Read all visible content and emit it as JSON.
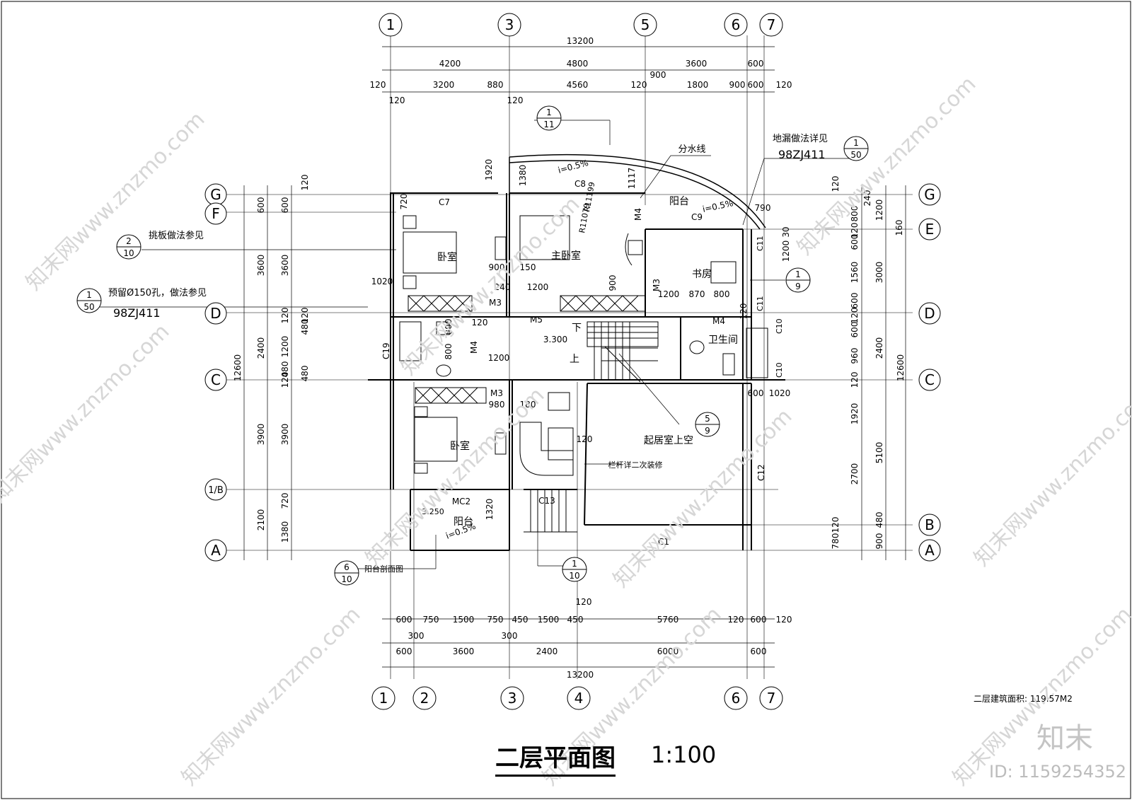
{
  "drawing": {
    "title": "二层平面图",
    "scale": "1:100",
    "area_label": "二层建筑面积:",
    "area_value": "119.57M2"
  },
  "watermark": {
    "site": "知末网www.znzmo.com",
    "logo": "知末",
    "id": "ID: 1159254352"
  },
  "axes": {
    "vertical_top": [
      "1",
      "3",
      "5",
      "6",
      "7"
    ],
    "vertical_bottom": [
      "1",
      "2",
      "3",
      "4",
      "6",
      "7"
    ],
    "horizontal_left": [
      "G",
      "F",
      "D",
      "C",
      "1/B",
      "A"
    ],
    "horizontal_right": [
      "G",
      "E",
      "D",
      "C",
      "B",
      "A"
    ]
  },
  "dims": {
    "top_total": "13200",
    "top_row2": [
      "4200",
      "4800",
      "3600",
      "600"
    ],
    "top_row3": [
      "120",
      "3200",
      "880",
      "4560",
      "120",
      "900",
      "1800",
      "900",
      "600",
      "120"
    ],
    "top_row3_sub": [
      "120",
      "120"
    ],
    "bottom_row1": [
      "600",
      "750",
      "1500",
      "750",
      "450",
      "1500",
      "450",
      "5760",
      "120",
      "600",
      "120"
    ],
    "bottom_row1_sub": [
      "300",
      "300",
      "120"
    ],
    "bottom_row2": [
      "600",
      "3600",
      "2400",
      "6000",
      "600"
    ],
    "bottom_total": "13200",
    "left_total": "12600",
    "left_row1": [
      "600",
      "3600",
      "2400",
      "3900",
      "2100"
    ],
    "left_row2": [
      "600",
      "3600",
      "120",
      "1200",
      "480",
      "120",
      "3900",
      "720",
      "1380"
    ],
    "left_row3": [
      "120",
      "720",
      "480",
      "120",
      "480"
    ],
    "right_total": "12600",
    "right_row1": [
      "1200",
      "3000",
      "2400",
      "5100",
      "480",
      "900"
    ],
    "right_row2": [
      "240",
      "800",
      "120",
      "600",
      "1560",
      "600",
      "120",
      "600",
      "960",
      "120",
      "1920",
      "2700",
      "120",
      "780"
    ],
    "right_extra": [
      "120",
      "160",
      "30",
      "1200",
      "600",
      "1020"
    ],
    "misc": [
      "1920",
      "1380",
      "1117",
      "790",
      "1020",
      "900",
      "150",
      "240",
      "1200",
      "900",
      "1200",
      "870",
      "800",
      "120",
      "800",
      "800",
      "1200",
      "980",
      "180",
      "120",
      "1320",
      "120"
    ]
  },
  "rooms": {
    "master_bedroom": "主卧室",
    "bedroom1": "卧室",
    "bedroom2": "卧室",
    "study": "书房",
    "bathroom": "卫生间",
    "balcony_top": "阳台",
    "balcony_bottom": "阳台",
    "living_void": "起居室上空",
    "railing_note": "栏杆详二次装修",
    "stair_down": "下",
    "stair_up": "上",
    "elev_330": "3.300",
    "elev_325": "3.250"
  },
  "slopes": {
    "s1": "i=0.5%",
    "s2": "i=0.5%",
    "s3": "i=0.5%"
  },
  "labels": {
    "radius1": "R11199",
    "radius2": "R11079",
    "C1": "C1",
    "C7": "C7",
    "C8": "C8",
    "C9": "C9",
    "C10a": "C10",
    "C10b": "C10",
    "C11": "C11",
    "C11b": "C11",
    "C12": "C12",
    "C13": "C13",
    "C19": "C19",
    "M3a": "M3",
    "M3b": "M3",
    "M3c": "M3",
    "M4a": "M4",
    "M4b": "M4",
    "M4c": "M4",
    "M5": "M5",
    "MC2": "MC2"
  },
  "callouts": {
    "divide_line": "分水线",
    "floor_drain": "地漏做法详见",
    "floor_drain_code": "98ZJ411",
    "floor_drain_ref": [
      "1",
      "50"
    ],
    "board_note": "挑板做法参见",
    "board_ref": [
      "2",
      "10"
    ],
    "hole_note": "预留Ø150孔，做法参见",
    "hole_code": "98ZJ411",
    "hole_ref": [
      "1",
      "50"
    ],
    "top_ref": [
      "1",
      "11"
    ],
    "right_ref": [
      "1",
      "9"
    ],
    "void_ref": [
      "5",
      "9"
    ],
    "balcony_section": "阳台剖面图",
    "balcony_ref": [
      "6",
      "10"
    ],
    "bottom_ref": [
      "1",
      "10"
    ]
  }
}
